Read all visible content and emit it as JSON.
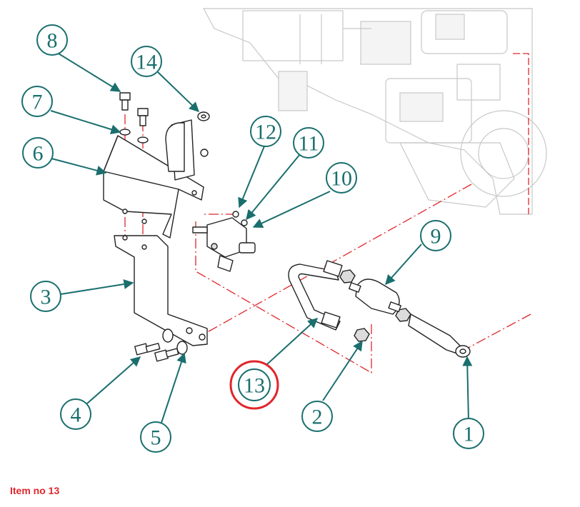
{
  "caption": "Item no 13",
  "highlighted_item": "13",
  "colors": {
    "callout": "#1a6e6e",
    "highlight": "#e0262b",
    "centerline": "#e0262b",
    "background_engine": "#c8c8c8"
  },
  "callouts": [
    "1",
    "2",
    "3",
    "4",
    "5",
    "6",
    "7",
    "8",
    "9",
    "10",
    "11",
    "12",
    "13",
    "14"
  ]
}
